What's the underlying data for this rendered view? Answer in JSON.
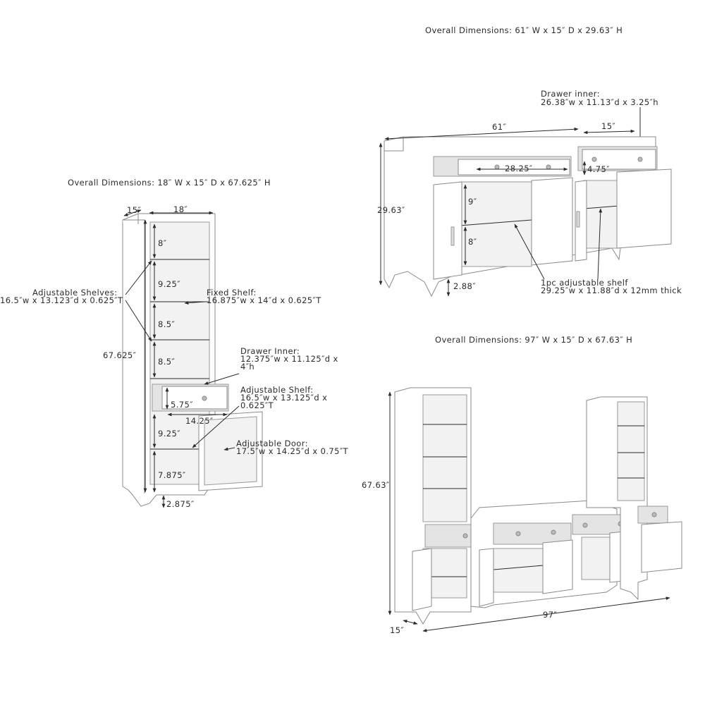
{
  "pier": {
    "overall": "Overall Dimensions: 18″ W x 15″ D x 67.625″ H",
    "depth": "15″",
    "width": "18″",
    "height": "67.625″",
    "shelf_heights": [
      "8″",
      "9.25″",
      "8.5″",
      "8.5″",
      "5.75″",
      "9.25″",
      "7.875″"
    ],
    "drawer_width": "14.25″",
    "foot": "2.875″",
    "adj_shelves_title": "Adjustable Shelves:",
    "adj_shelves_dims": "16.5″w x 13.123″d x 0.625″T",
    "fixed_shelf_title": "Fixed Shelf:",
    "fixed_shelf_dims": "16.875″w x 14″d x 0.625″T",
    "drawer_inner_title": "Drawer Inner:",
    "drawer_inner_l1": "12.375″w x 11.125″d x",
    "drawer_inner_l2": "4″h",
    "adj_shelf_title": "Adjustable Shelf:",
    "adj_shelf_l1": "16.5″w x 13.125″d x",
    "adj_shelf_l2": "0.625″T",
    "adj_door_title": "Adjustable Door:",
    "adj_door_dims": "17.5″w x 14.25″d x 0.75″T"
  },
  "console": {
    "overall": "Overall Dimensions: 61″ W x 15″ D x 29.63″ H",
    "drawer_inner_title": "Drawer inner:",
    "drawer_inner_dims": "26.38″w x 11.13″d x 3.25″h",
    "width": "61″",
    "depth": "15″",
    "height": "29.63″",
    "drawer_width": "28.25″",
    "drawer_height": "4.75″",
    "upper_space": "9″",
    "lower_space": "8″",
    "foot": "2.88″",
    "shelf_title": "1pc adjustable shelf",
    "shelf_dims": "29.25″w x 11.88″d x 12mm thick"
  },
  "set": {
    "overall": "Overall Dimensions: 97″ W x 15″ D x 67.63″ H",
    "height": "67.63″",
    "depth": "15″",
    "width": "97″"
  }
}
